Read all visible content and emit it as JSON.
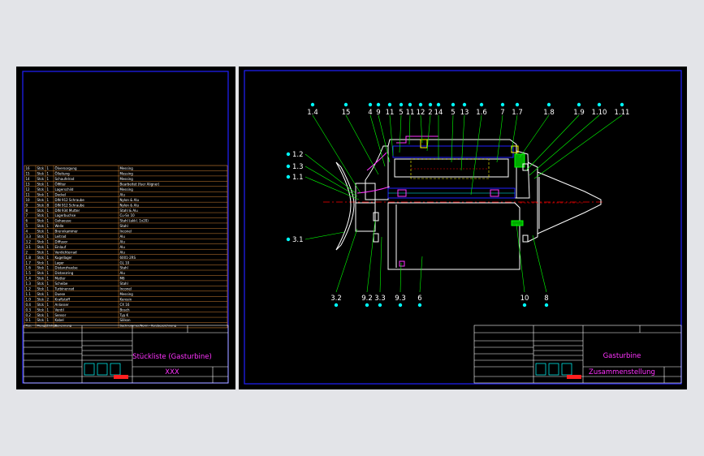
{
  "colors": {
    "page_bg": "#e3e4e8",
    "sheet_bg": "#000000",
    "frame": "#2020ff",
    "table_line": "#ffa040",
    "table_text": "#ffffff",
    "title_magenta": "#ff33ff",
    "leader": "#00ff00",
    "body": "#ffffff",
    "axis": "#ff0000",
    "cyan": "#00ffff"
  },
  "left_sheet": {
    "bom_rows": [
      [
        "16",
        "Stck",
        "1",
        "Ölversorgung",
        "Messing"
      ],
      [
        "15",
        "Stck",
        "1",
        "Ölleitung",
        "Messing"
      ],
      [
        "14",
        "Stck",
        "1",
        "Schaufelrad",
        "Messing"
      ],
      [
        "13",
        "Stck",
        "1",
        "Ölfilter",
        "Bearbeitet (fuer Aligner)"
      ],
      [
        "12",
        "Stck",
        "1",
        "Lagerschild",
        "Messing"
      ],
      [
        "11",
        "Stck",
        "1",
        "Deckel",
        "Alu"
      ],
      [
        "10",
        "Stck",
        "1",
        "DIN 912 Schraube",
        "Nylon & Alu"
      ],
      [
        "9",
        "Stck",
        "8",
        "DIN 912 Schraube",
        "Nylon & Alu"
      ],
      [
        "8",
        "Stck",
        "1",
        "DIN 934 Mutter",
        "Stahl & Alu"
      ],
      [
        "7",
        "Stck",
        "1",
        "Lagerbuchse",
        "Cu-Sn 10"
      ],
      [
        "6",
        "Stck",
        "1",
        "Gehaeuse",
        "Stahl (akkl. 1x20)"
      ],
      [
        "5",
        "Stck",
        "1",
        "Welle",
        "Stahl"
      ],
      [
        "4",
        "Stck",
        "1",
        "Brennkammer",
        "Inconel"
      ],
      [
        "3.3",
        "Stck",
        "1",
        "Leitrad",
        "Alu"
      ],
      [
        "3.2",
        "Stck",
        "1",
        "Diffusor",
        "Alu"
      ],
      [
        "3.1",
        "Stck",
        "1",
        "Einlauf",
        "Alu"
      ],
      [
        "2",
        "Stck",
        "1",
        "Verdichterrad",
        "Alu"
      ],
      [
        "1.8",
        "Stck",
        "1",
        "Kugellager",
        "6001-2RS"
      ],
      [
        "1.7",
        "Stck",
        "1",
        "Lager",
        "GL 10"
      ],
      [
        "1.6",
        "Stck",
        "1",
        "Distanzhuelse",
        "Stahl"
      ],
      [
        "1.5",
        "Stck",
        "1",
        "Distanzring",
        "Alu"
      ],
      [
        "1.4",
        "Stck",
        "1",
        "Mutter",
        "M6"
      ],
      [
        "1.3",
        "Stck",
        "1",
        "Scheibe",
        "Stahl"
      ],
      [
        "1.2",
        "Stck",
        "1",
        "Turbinenrad",
        "Inconel"
      ],
      [
        "1.1",
        "Stck",
        "1",
        "Duese",
        "Messing"
      ],
      [
        "1.0",
        "Stck",
        "2",
        "Kraftstoff",
        "Kerosin"
      ],
      [
        "0.4",
        "Stck",
        "1",
        "Anlasser",
        "CX 16"
      ],
      [
        "0.3",
        "Stck",
        "1",
        "Ventil",
        "Bosch"
      ],
      [
        "0.2",
        "Stck",
        "1",
        "Sensor",
        "Typ K"
      ],
      [
        "0.1",
        "Stck",
        "1",
        "Kabel",
        "Silikon"
      ]
    ],
    "bom_header": [
      "Pos.",
      "Menge",
      "Einheit",
      "Benennung",
      "Sachnummer/Norm - Kurzbezeichnung"
    ],
    "title": "Stückliste (Gasturbine)",
    "subtitle": "XXX"
  },
  "right_sheet": {
    "title": "Gasturbine",
    "subtitle": "Zusammenstellung",
    "top_labels": [
      "1.4",
      "15",
      "4",
      "9",
      "11",
      "5",
      "11",
      "12",
      "2",
      "14",
      "5",
      "13",
      "1.6",
      "7",
      "1.7",
      "1.8",
      "1.9",
      "1.10",
      "1.11"
    ],
    "left_labels": [
      "1.2",
      "1.3",
      "1.1",
      "3.1"
    ],
    "bottom_labels": [
      "3.2",
      "9.2",
      "3.3",
      "9.3",
      "6",
      "10",
      "8"
    ]
  }
}
